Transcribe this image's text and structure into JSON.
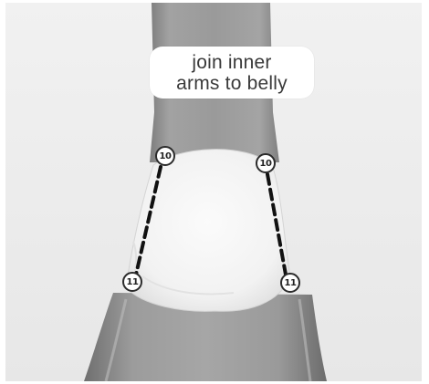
{
  "caption": {
    "line1": "join inner",
    "line2": "arms to belly"
  },
  "markers": {
    "top_left": "10",
    "top_right": "10",
    "bottom_left": "11",
    "bottom_right": "11"
  },
  "colors": {
    "fabric_grey": "#8e8e8e",
    "fabric_white": "#f6f6f6",
    "dashed_line": "#111111",
    "background": "#ececec"
  }
}
